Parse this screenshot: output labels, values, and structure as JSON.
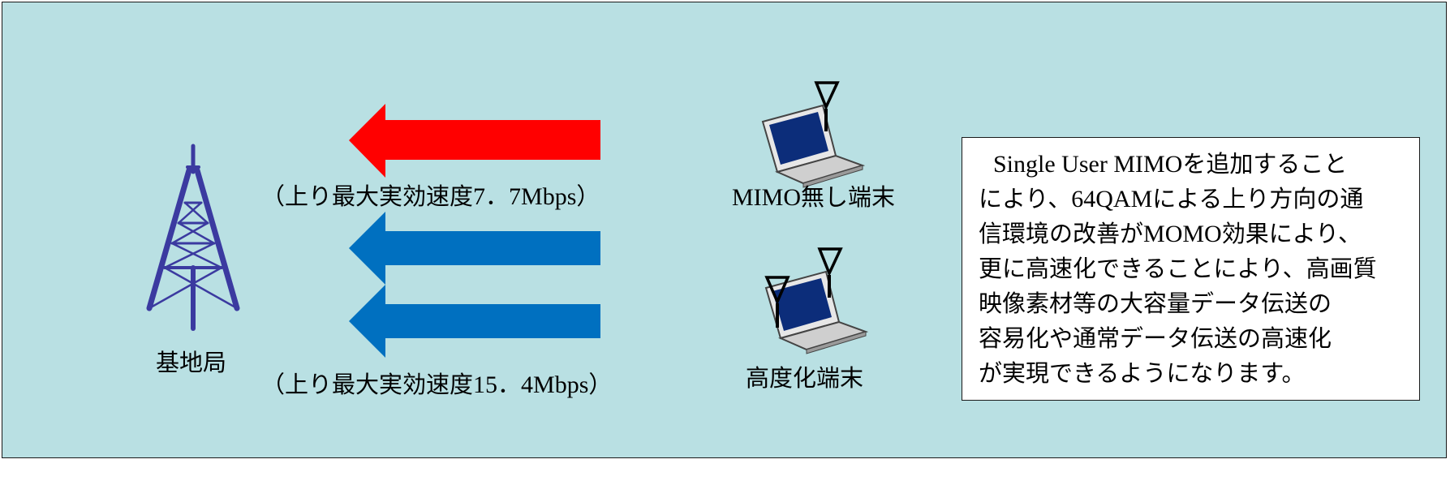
{
  "diagram": {
    "base_station_label": "基地局",
    "arrow_colors": {
      "without_mimo": "#ff0000",
      "with_mimo": "#0070c0"
    },
    "panel_color": "#b9e0e3",
    "tower_color": "#3b3aa0",
    "without_mimo": {
      "terminal_label": "MIMO無し端末",
      "speed_label": "（上り最大実効速度7．7Mbps）"
    },
    "with_mimo": {
      "terminal_label": "高度化端末",
      "speed_label": "（上り最大実効速度15．4Mbps）"
    },
    "note_lines": [
      "Single User MIMOを追加すること",
      "により、64QAMによる上り方向の通",
      "信環境の改善がMOMO効果により、",
      "更に高速化できることにより、高画質",
      "映像素材等の大容量データ伝送の",
      "容易化や通常データ伝送の高速化",
      "が実現できるようになります。"
    ]
  }
}
